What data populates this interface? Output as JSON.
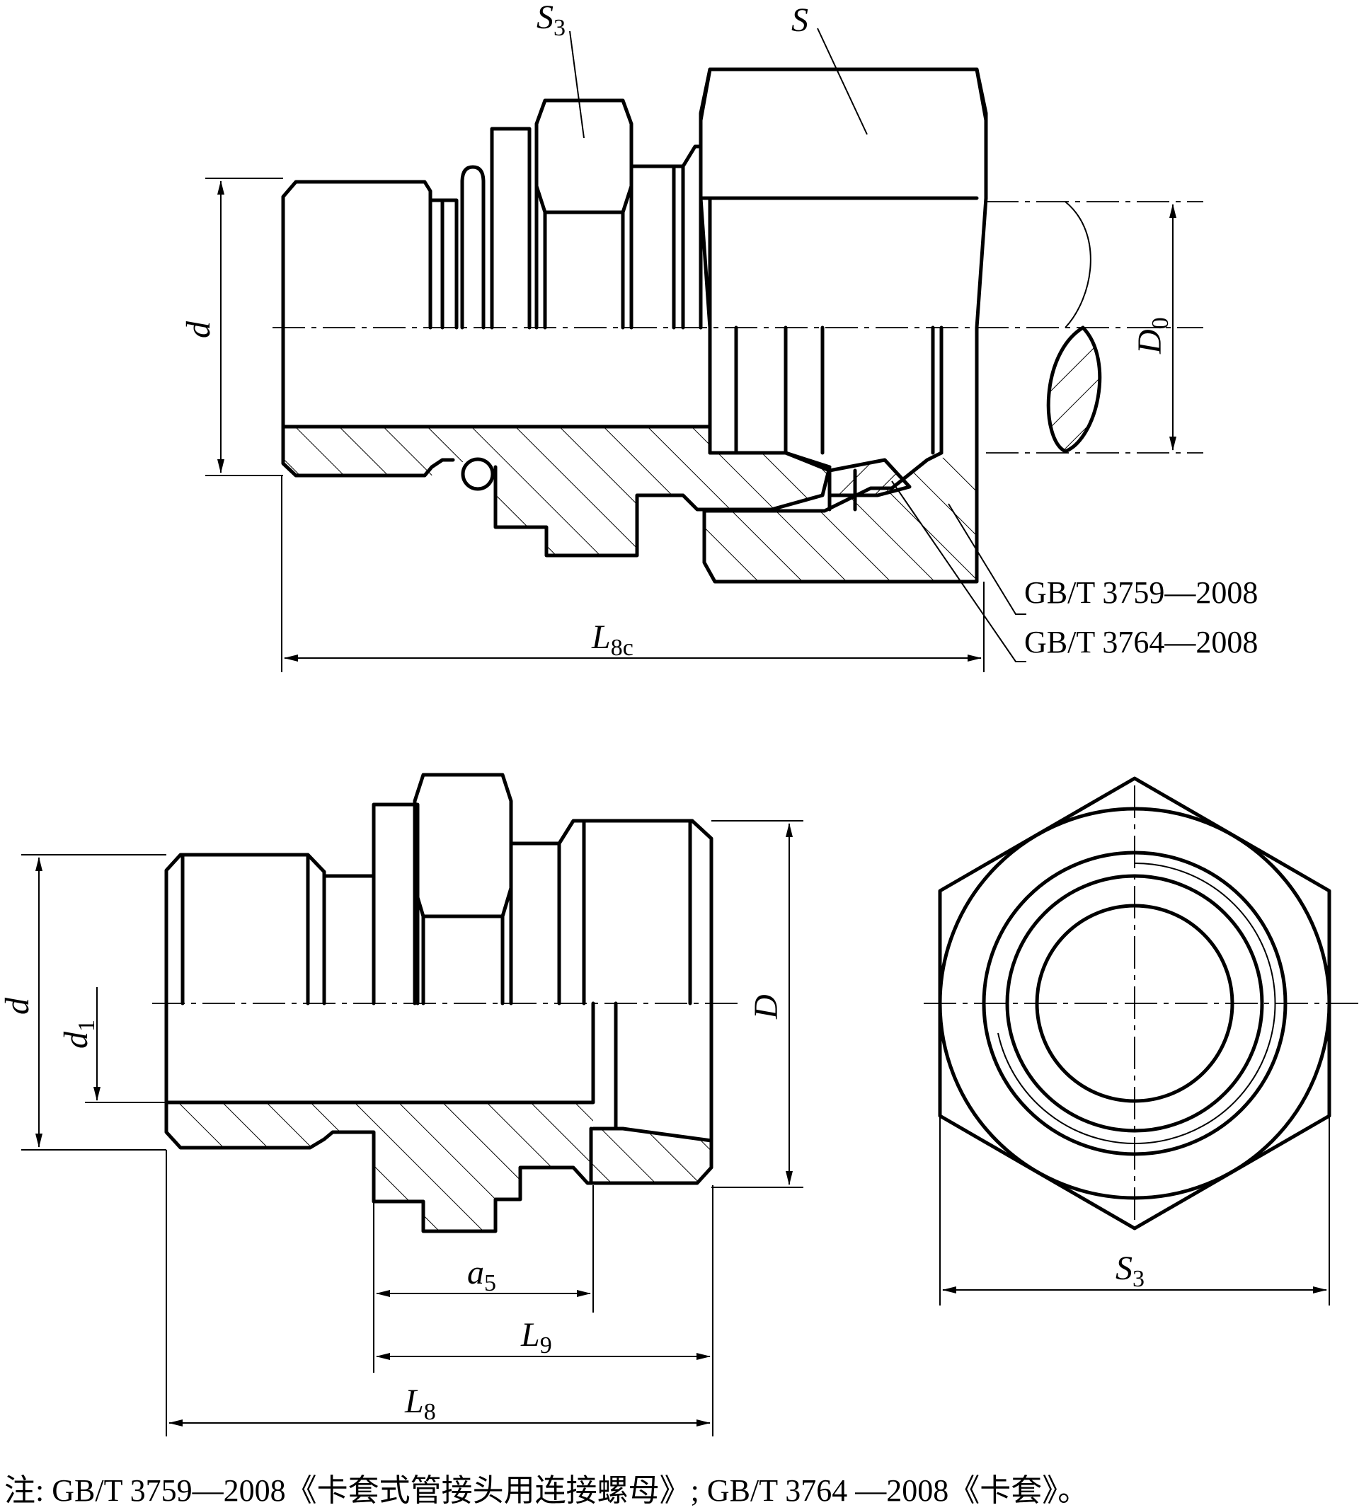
{
  "labels": {
    "top_s3": "S",
    "top_s3_sub": "3",
    "top_s": "S",
    "top_d": "d",
    "top_d0": "D",
    "top_d0_sub": "0",
    "top_l8c": "L",
    "top_l8c_sub": "8c",
    "bottom_d": "d",
    "bottom_d1": "d",
    "bottom_d1_sub": "1",
    "bottom_D": "D",
    "bottom_a5": "a",
    "bottom_a5_sub": "5",
    "bottom_l9": "L",
    "bottom_l9_sub": "9",
    "bottom_l8": "L",
    "bottom_l8_sub": "8",
    "hex_s3": "S",
    "hex_s3_sub": "3"
  },
  "standards": {
    "nut": "GB/T 3759—2008",
    "ring": "GB/T 3764—2008"
  },
  "note": "注: GB/T 3759—2008《卡套式管接头用连接螺母》; GB/T 3764 —2008《卡套》。"
}
